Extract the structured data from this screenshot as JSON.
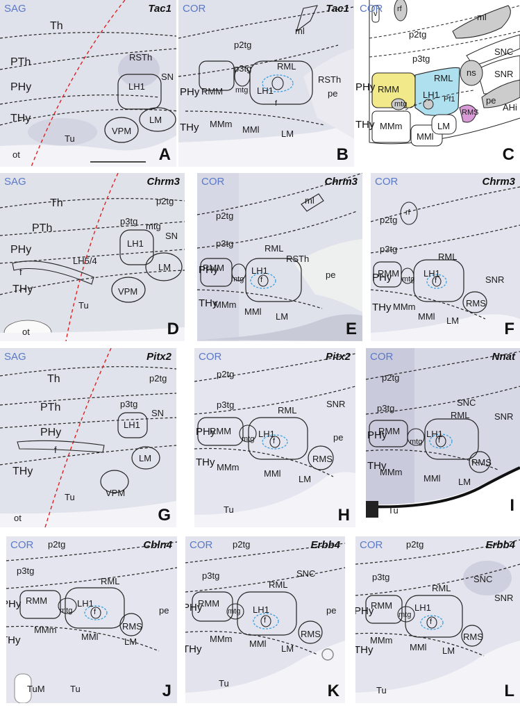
{
  "colors": {
    "view_label": "#5a78c8",
    "midline_dash": "#e02020",
    "fornix_ring": "#3aa0e0",
    "RMM_fill": "#f2ea8a",
    "LH1_fill": "#aee0f0",
    "RMS_fill": "#d89ad6",
    "shaded_structures": "#cccccc"
  },
  "panels": [
    {
      "letter": "A",
      "view": "SAG",
      "gene": "Tac1",
      "labels": {
        "Th": "Th",
        "PTh": "PTh",
        "PHy": "PHy",
        "THy": "THy",
        "RSTh": "RSTh",
        "SN": "SN",
        "LH1": "LH1",
        "VPM": "VPM",
        "LM": "LM",
        "Tu": "Tu",
        "ot": "ot"
      }
    },
    {
      "letter": "B",
      "view": "COR",
      "gene": "Tac1",
      "labels": {
        "ml": "ml",
        "p2tg": "p2tg",
        "p3tg": "p3tg",
        "RML": "RML",
        "RSTh": "RSTh",
        "PHy": "PHy",
        "RMM": "RMM",
        "mtg": "mtg",
        "LH1": "LH1",
        "pe": "pe",
        "f": "f",
        "THy": "THy",
        "MMm": "MMm",
        "MMl": "MMl",
        "LM": "LM"
      }
    },
    {
      "letter": "C",
      "view": "COR",
      "labels": {
        "v": "v",
        "rf": "rf",
        "ml": "ml",
        "p2tg": "p2tg",
        "p3tg": "p3tg",
        "SNC": "SNC",
        "SNR": "SNR",
        "ns": "ns",
        "RML": "RML",
        "PHy": "PHy",
        "RMM": "RMM",
        "LH1": "LH1",
        "Pf1": "Pf1",
        "mtg": "mtg",
        "pe": "pe",
        "RMS": "RMS",
        "AHi": "AHi",
        "THy": "THy",
        "MMm": "MMm",
        "LM": "LM",
        "MMl": "MMl"
      }
    },
    {
      "letter": "D",
      "view": "SAG",
      "gene": "Chrm3",
      "labels": {
        "Th": "Th",
        "p2tg": "p2tg",
        "PTh": "PTh",
        "p3tg": "p3tg",
        "mtg": "mtg",
        "SN": "SN",
        "PHy": "PHy",
        "LH1": "LH1",
        "LH5/4": "LH5/4",
        "f": "f",
        "LM": "LM",
        "THy": "THy",
        "VPM": "VPM",
        "Tu": "Tu",
        "ot": "ot"
      }
    },
    {
      "letter": "E",
      "view": "COR",
      "gene": "Chrm3",
      "labels": {
        "ml": "ml",
        "p2tg": "p2tg",
        "p3tg": "p3tg",
        "RML": "RML",
        "RSTh": "RSTh",
        "PHy": "PHy",
        "RMM": "RMM",
        "LH1": "LH1",
        "mtg": "mtg",
        "f": "f",
        "pe": "pe",
        "THy": "THy",
        "MMm": "MMm",
        "MMl": "MMl",
        "LM": "LM"
      }
    },
    {
      "letter": "F",
      "view": "COR",
      "gene": "Chrm3",
      "labels": {
        "rf": "rf",
        "p2tg": "p2tg",
        "p3tg": "p3tg",
        "RML": "RML",
        "PHy": "PHy",
        "RMM": "RMM",
        "LH1": "LH1",
        "mtg": "mtg",
        "f": "f",
        "SNR": "SNR",
        "RMS": "RMS",
        "THy": "THy",
        "MMm": "MMm",
        "MMl": "MMl",
        "LM": "LM"
      }
    },
    {
      "letter": "G",
      "view": "SAG",
      "gene": "Pitx2",
      "labels": {
        "Th": "Th",
        "p2tg": "p2tg",
        "PTh": "PTh",
        "p3tg": "p3tg",
        "SN": "SN",
        "PHy": "PHy",
        "LH1": "LH1",
        "f": "f",
        "LM": "LM",
        "THy": "THy",
        "VPM": "VPM",
        "Tu": "Tu",
        "ot": "ot"
      }
    },
    {
      "letter": "H",
      "view": "COR",
      "gene": "Pitx2",
      "labels": {
        "p2tg": "p2tg",
        "p3tg": "p3tg",
        "RML": "RML",
        "SNR": "SNR",
        "PHy": "PHy",
        "RMM": "RMM",
        "LH1": "LH1",
        "mtg": "mtg",
        "f": "f",
        "pe": "pe",
        "RMS": "RMS",
        "THy": "THy",
        "MMm": "MMm",
        "MMl": "MMl",
        "LM": "LM",
        "Tu": "Tu"
      }
    },
    {
      "letter": "I",
      "view": "COR",
      "gene": "Nnat",
      "labels": {
        "p2tg": "p2tg",
        "SNC": "SNC",
        "p3tg": "p3tg",
        "RML": "RML",
        "SNR": "SNR",
        "PHy": "PHy",
        "RMM": "RMM",
        "LH1": "LH1",
        "mtg": "mtg",
        "f": "f",
        "RMS": "RMS",
        "THy": "THy",
        "MMm": "MMm",
        "MMl": "MMl",
        "LM": "LM",
        "Tu": "Tu"
      }
    },
    {
      "letter": "J",
      "view": "COR",
      "gene": "Cbln4",
      "labels": {
        "p2tg": "p2tg",
        "p3tg": "p3tg",
        "RML": "RML",
        "PHy": "PHy",
        "RMM": "RMM",
        "LH1": "LH1",
        "mtg": "mtg",
        "f": "f",
        "pe": "pe",
        "RMS": "RMS",
        "MMm": "MMm",
        "THy": "THy",
        "MMl": "MMl",
        "LM": "LM",
        "TuM": "TuM",
        "Tu": "Tu"
      }
    },
    {
      "letter": "K",
      "view": "COR",
      "gene": "Erbb4",
      "labels": {
        "p2tg": "p2tg",
        "p3tg": "p3tg",
        "SNC": "SNC",
        "RML": "RML",
        "PHy": "PHy",
        "RMM": "RMM",
        "LH1": "LH1",
        "mtg": "mtg",
        "f": "f",
        "pe": "pe",
        "RMS": "RMS",
        "MMm": "MMm",
        "THy": "THy",
        "MMl": "MMl",
        "LM": "LM",
        "Tu": "Tu"
      }
    },
    {
      "letter": "L",
      "view": "COR",
      "gene": "Erbb4",
      "labels": {
        "p2tg": "p2tg",
        "p3tg": "p3tg",
        "SNC": "SNC",
        "RML": "RML",
        "SNR": "SNR",
        "PHy": "PHy",
        "RMM": "RMM",
        "LH1": "LH1",
        "mtg": "mtg",
        "f": "f",
        "RMS": "RMS",
        "MMm": "MMm",
        "THy": "THy",
        "MMl": "MMl",
        "LM": "LM",
        "Tu": "Tu"
      }
    }
  ]
}
